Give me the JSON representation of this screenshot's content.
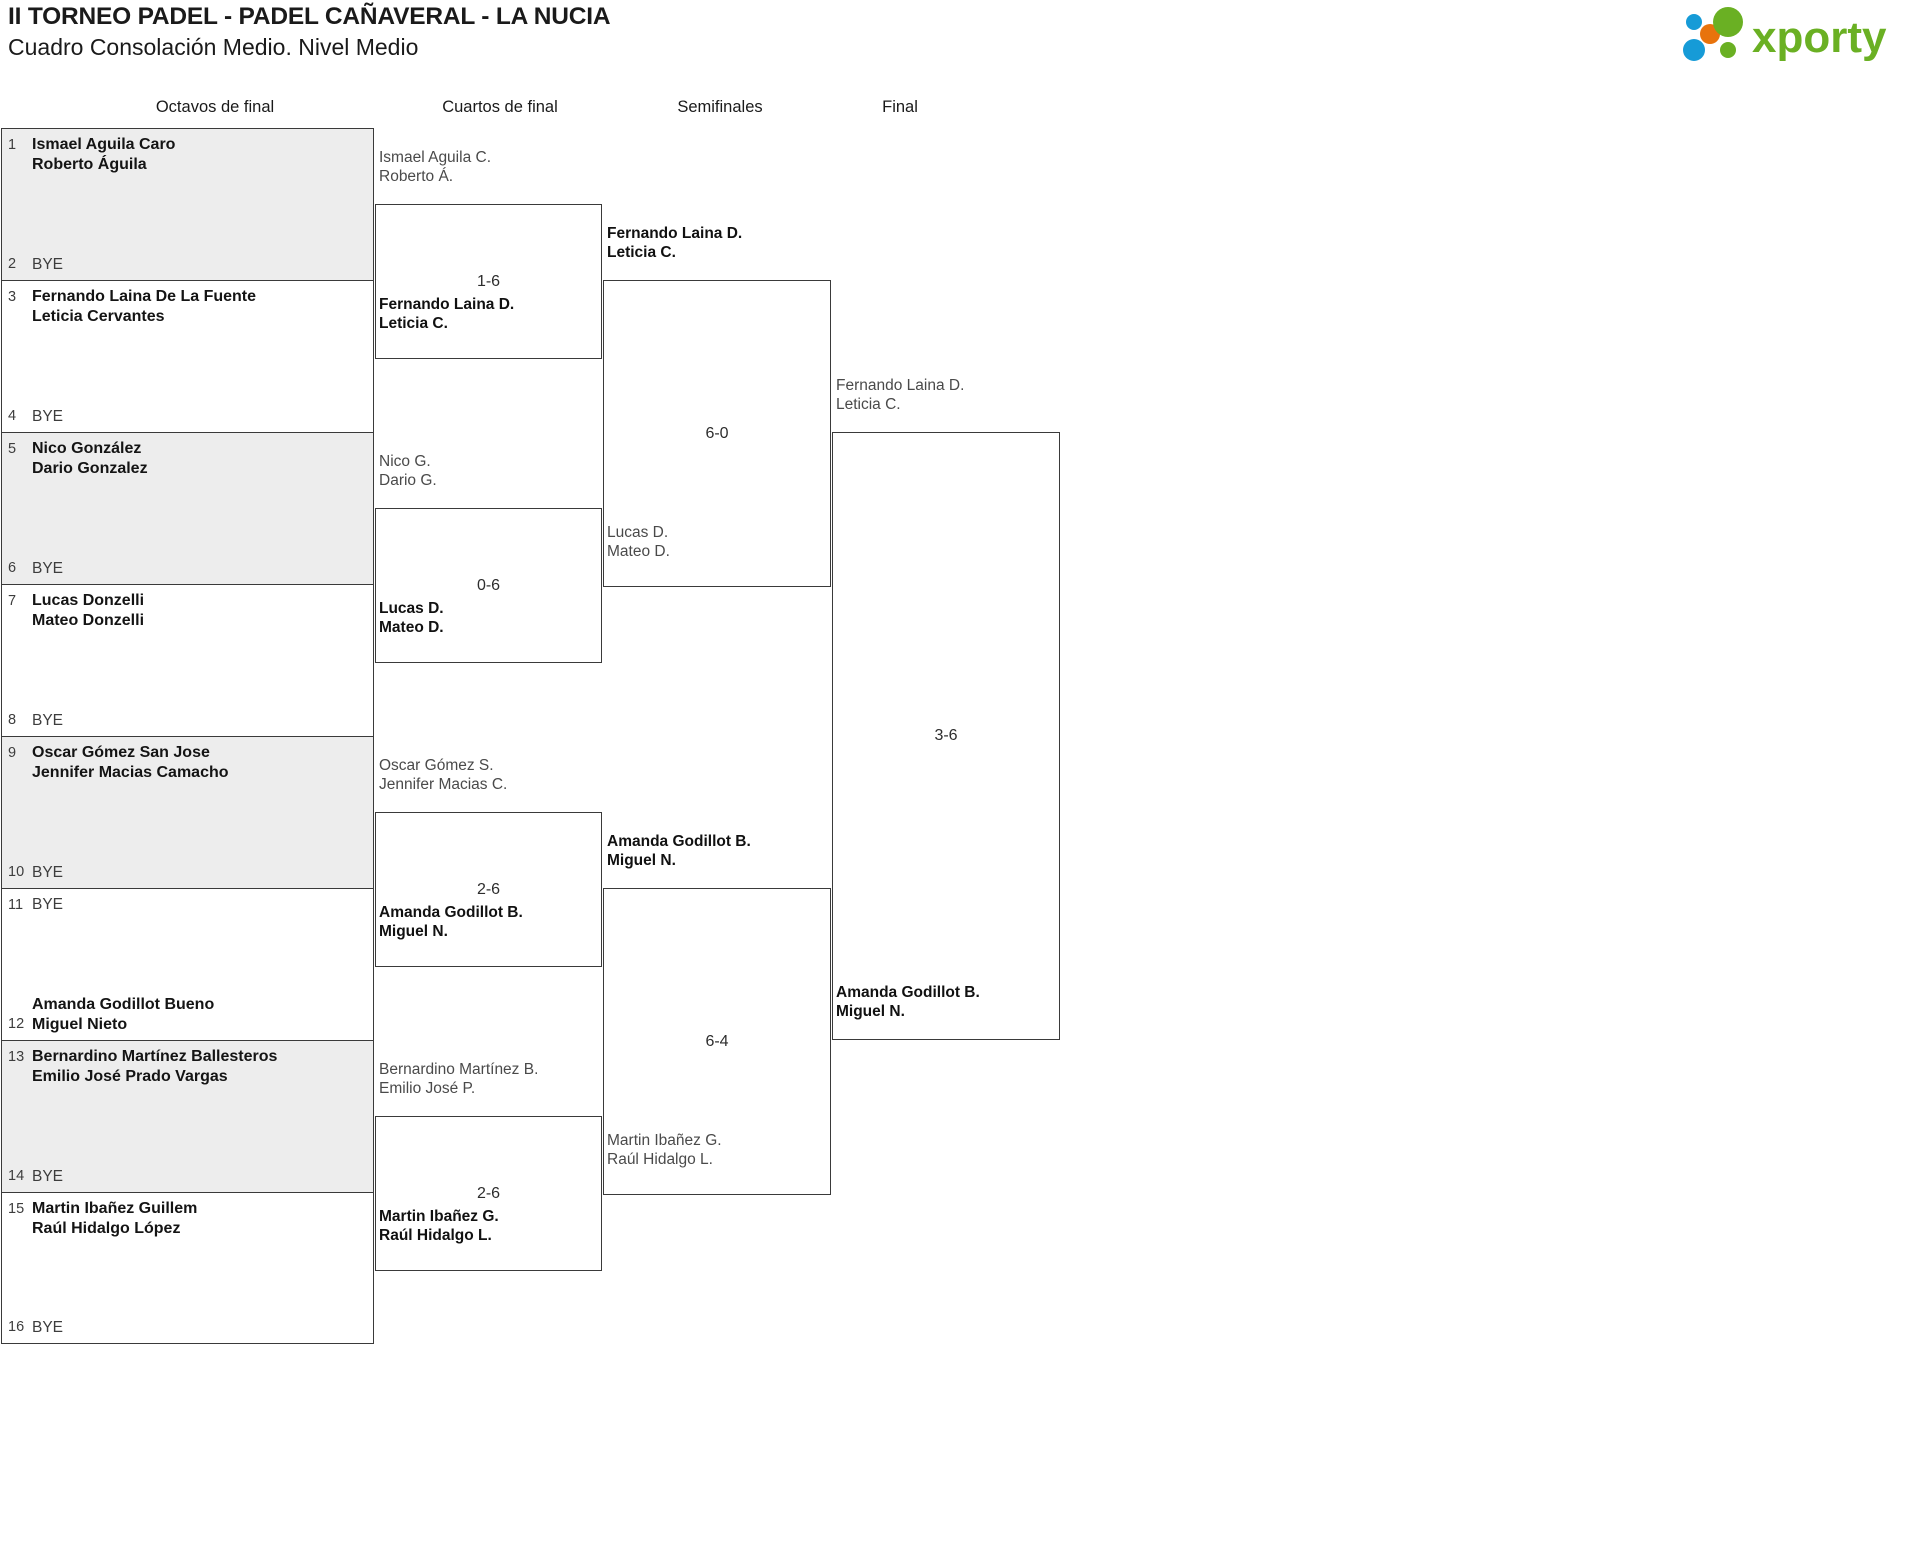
{
  "header": {
    "title_line1": "II TORNEO PADEL - PADEL CAÑAVERAL - LA NUCIA",
    "title_line2": "Cuadro Consolación Medio. Nivel Medio",
    "logo_text": "xporty",
    "logo_colors": {
      "green": "#6ab023",
      "blue": "#169bd7",
      "orange": "#e8730c"
    }
  },
  "rounds": [
    {
      "id": "octavos",
      "label": "Octavos de final"
    },
    {
      "id": "cuartos",
      "label": "Cuartos de final"
    },
    {
      "id": "semis",
      "label": "Semifinales"
    },
    {
      "id": "final",
      "label": "Final"
    }
  ],
  "octavos_seats": [
    {
      "num": "1",
      "line1": "Ismael Aguila Caro",
      "line2": "Roberto Águila",
      "bye": false
    },
    {
      "num": "2",
      "line1": "BYE",
      "line2": "",
      "bye": true
    },
    {
      "num": "3",
      "line1": "Fernando Laina De La Fuente",
      "line2": "Leticia Cervantes",
      "bye": false
    },
    {
      "num": "4",
      "line1": "BYE",
      "line2": "",
      "bye": true
    },
    {
      "num": "5",
      "line1": "Nico González",
      "line2": "Dario Gonzalez",
      "bye": false
    },
    {
      "num": "6",
      "line1": "BYE",
      "line2": "",
      "bye": true
    },
    {
      "num": "7",
      "line1": "Lucas Donzelli",
      "line2": "Mateo Donzelli",
      "bye": false
    },
    {
      "num": "8",
      "line1": "BYE",
      "line2": "",
      "bye": true
    },
    {
      "num": "9",
      "line1": "Oscar Gómez San Jose",
      "line2": "Jennifer Macias Camacho",
      "bye": false
    },
    {
      "num": "10",
      "line1": "BYE",
      "line2": "",
      "bye": true
    },
    {
      "num": "11",
      "line1": "BYE",
      "line2": "",
      "bye": true
    },
    {
      "num": "12",
      "line1": "Amanda Godillot Bueno",
      "line2": "Miguel Nieto",
      "bye": false
    },
    {
      "num": "13",
      "line1": "Bernardino Martínez Ballesteros",
      "line2": "Emilio José Prado Vargas",
      "bye": false
    },
    {
      "num": "14",
      "line1": "BYE",
      "line2": "",
      "bye": true
    },
    {
      "num": "15",
      "line1": "Martin Ibañez Guillem",
      "line2": "Raúl Hidalgo López",
      "bye": false
    },
    {
      "num": "16",
      "line1": "BYE",
      "line2": "",
      "bye": true
    }
  ],
  "cuartos": [
    {
      "score": "1-6",
      "top": {
        "line1": "Ismael Aguila C.",
        "line2": "Roberto Á.",
        "result": "loser"
      },
      "bottom": {
        "line1": "Fernando Laina D.",
        "line2": "Leticia C.",
        "result": "winner"
      }
    },
    {
      "score": "0-6",
      "top": {
        "line1": "Nico G.",
        "line2": "Dario G.",
        "result": "loser"
      },
      "bottom": {
        "line1": "Lucas D.",
        "line2": "Mateo D.",
        "result": "winner"
      }
    },
    {
      "score": "2-6",
      "top": {
        "line1": "Oscar Gómez S.",
        "line2": "Jennifer Macias C.",
        "result": "loser"
      },
      "bottom": {
        "line1": "Amanda Godillot B.",
        "line2": "Miguel N.",
        "result": "winner"
      }
    },
    {
      "score": "2-6",
      "top": {
        "line1": "Bernardino Martínez B.",
        "line2": "Emilio José P.",
        "result": "loser"
      },
      "bottom": {
        "line1": "Martin Ibañez G.",
        "line2": "Raúl Hidalgo L.",
        "result": "winner"
      }
    }
  ],
  "semis": [
    {
      "score": "6-0",
      "top": {
        "line1": "Fernando Laina D.",
        "line2": "Leticia C.",
        "result": "winner"
      },
      "bottom": {
        "line1": "Lucas D.",
        "line2": "Mateo D.",
        "result": "loser"
      }
    },
    {
      "score": "6-4",
      "top": {
        "line1": "Amanda Godillot B.",
        "line2": "Miguel N.",
        "result": "winner"
      },
      "bottom": {
        "line1": "Martin Ibañez G.",
        "line2": "Raúl Hidalgo L.",
        "result": "loser"
      }
    }
  ],
  "final": {
    "score": "3-6",
    "top": {
      "line1": "Fernando Laina D.",
      "line2": "Leticia C.",
      "result": "loser"
    },
    "bottom": {
      "line1": "Amanda Godillot B.",
      "line2": "Miguel N.",
      "result": "winner"
    }
  }
}
